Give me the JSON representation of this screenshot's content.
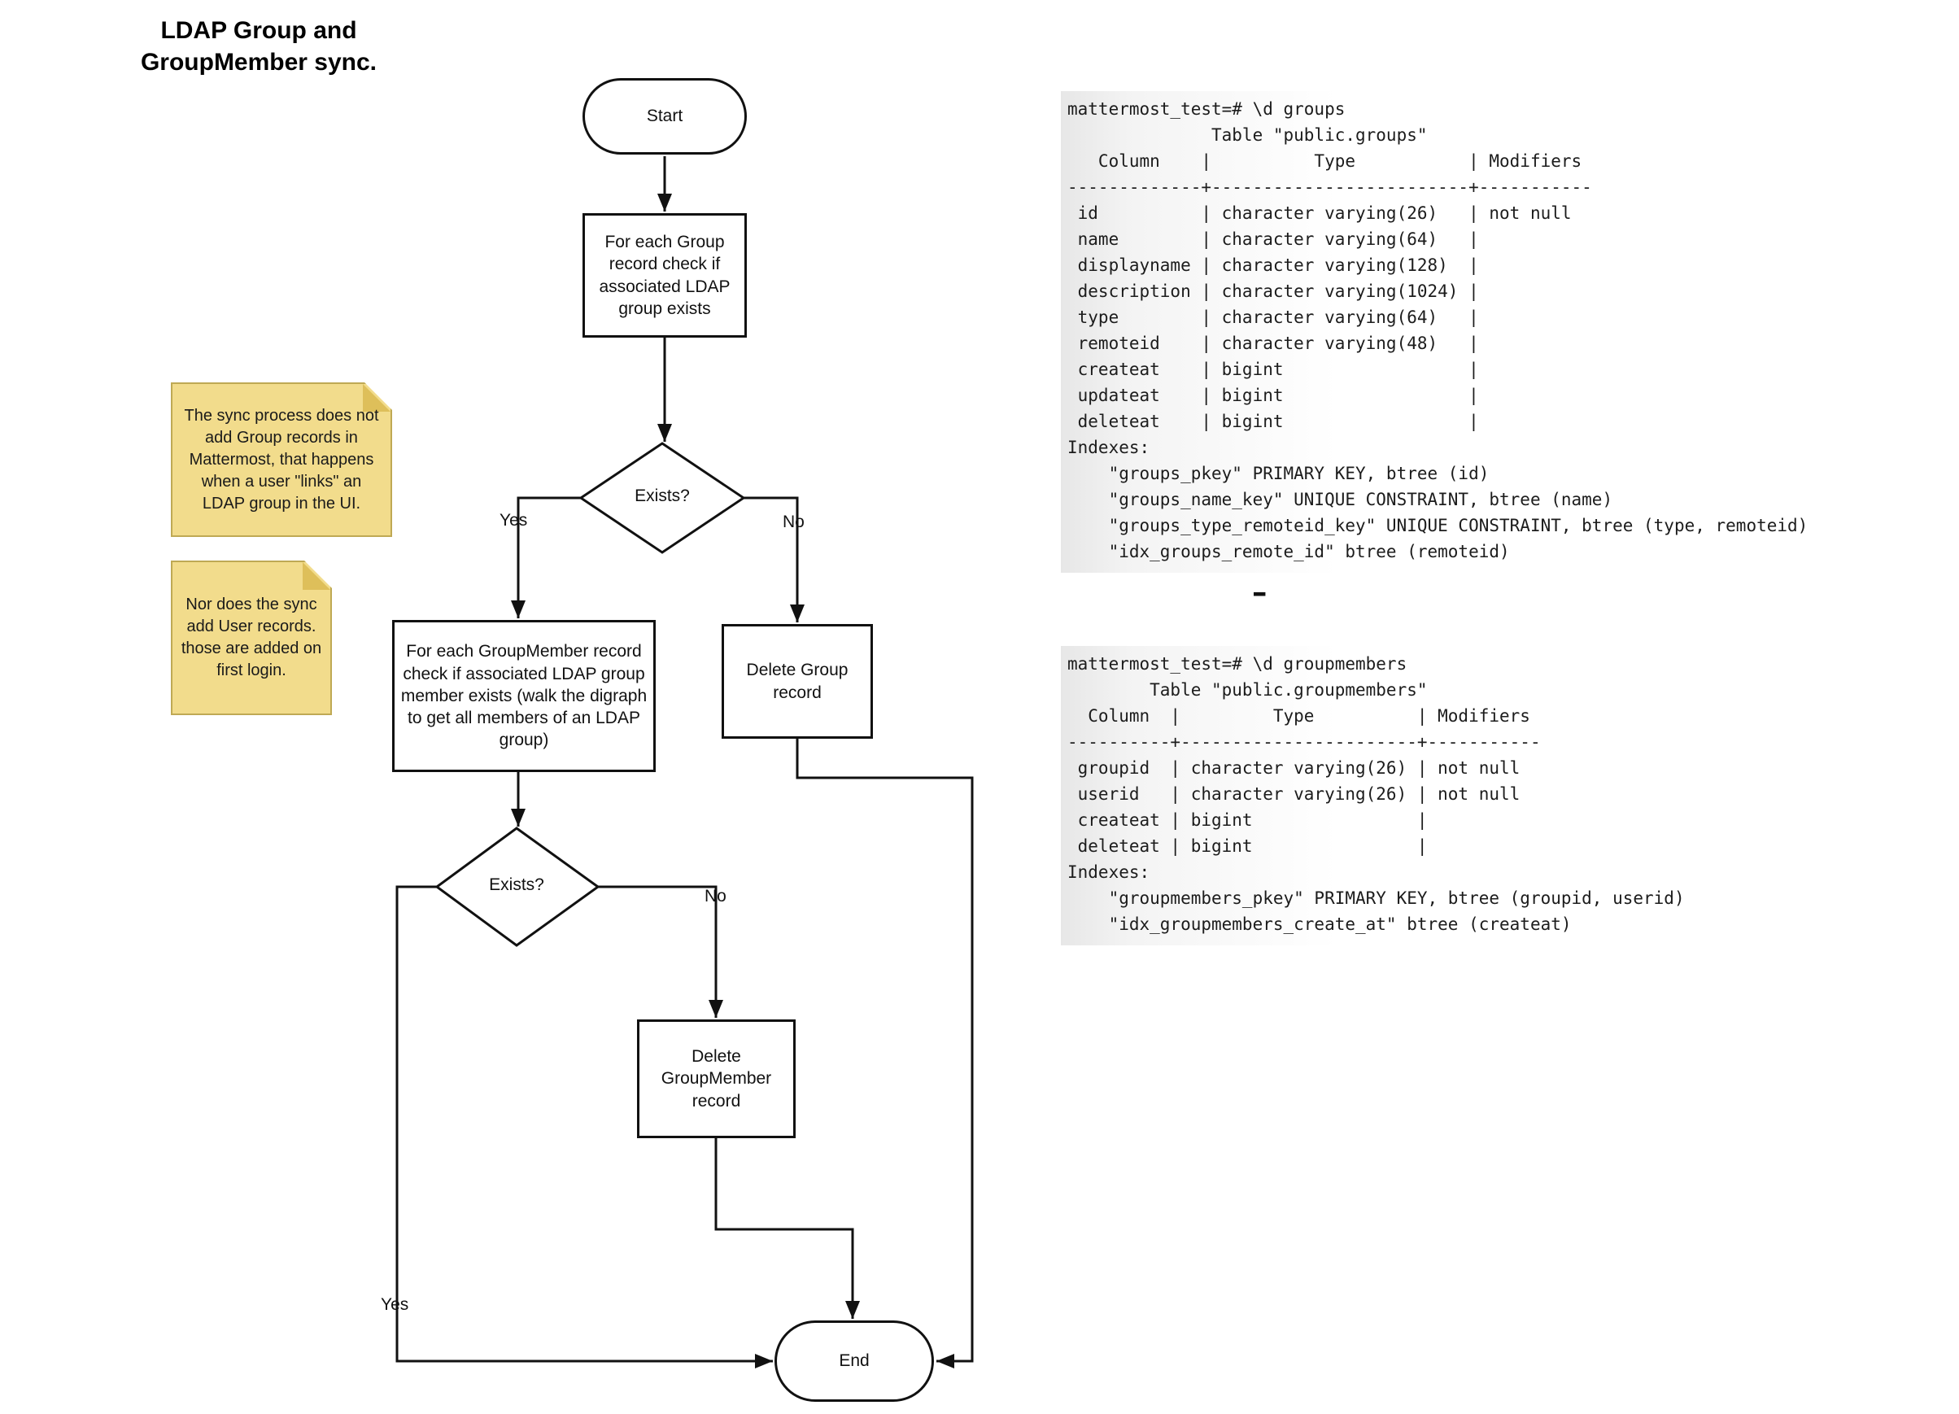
{
  "title": "LDAP Group and\nGroupMember sync.",
  "flowchart": {
    "start": "Start",
    "process_group_check": "For each Group record check if associated LDAP group exists",
    "decision_group_exists": "Exists?",
    "label_yes1": "Yes",
    "label_no1": "No",
    "process_groupmember_check": "For each GroupMember record check if associated LDAP group member exists (walk the digraph to get all members of an LDAP group)",
    "delete_group": "Delete Group record",
    "decision_member_exists": "Exists?",
    "label_yes2": "Yes",
    "label_no2": "No",
    "delete_groupmember": "Delete GroupMember record",
    "end": "End"
  },
  "notes": {
    "note1": "The sync process does not add Group records in Mattermost, that happens when a user \"links\" an LDAP group in the UI.",
    "note2": "Nor does the sync add User records. those are added on first login."
  },
  "terminals": {
    "groups": {
      "lines": [
        "mattermost_test=# \\d groups",
        "              Table \"public.groups\"",
        "   Column    |          Type           | Modifiers ",
        "-------------+-------------------------+-----------",
        " id          | character varying(26)   | not null",
        " name        | character varying(64)   | ",
        " displayname | character varying(128)  | ",
        " description | character varying(1024) | ",
        " type        | character varying(64)   | ",
        " remoteid    | character varying(48)   | ",
        " createat    | bigint                  | ",
        " updateat    | bigint                  | ",
        " deleteat    | bigint                  | ",
        "Indexes:",
        "    \"groups_pkey\" PRIMARY KEY, btree (id)",
        "    \"groups_name_key\" UNIQUE CONSTRAINT, btree (name)",
        "    \"groups_type_remoteid_key\" UNIQUE CONSTRAINT, btree (type, remoteid)",
        "    \"idx_groups_remote_id\" btree (remoteid)"
      ]
    },
    "groupmembers": {
      "lines": [
        "mattermost_test=# \\d groupmembers",
        "        Table \"public.groupmembers\"",
        "  Column  |         Type          | Modifiers ",
        "----------+-----------------------+-----------",
        " groupid  | character varying(26) | not null",
        " userid   | character varying(26) | not null",
        " createat | bigint                | ",
        " deleteat | bigint                | ",
        "Indexes:",
        "    \"groupmembers_pkey\" PRIMARY KEY, btree (groupid, userid)",
        "    \"idx_groupmembers_create_at\" btree (createat)"
      ]
    },
    "cursor_dash": "–"
  },
  "colors": {
    "line": "#111111",
    "note_fill": "#F2DC8C",
    "note_border": "#BFA954",
    "note_fold": "#DEBF5A",
    "terminal_gradient_left": "#e7e7e7"
  }
}
